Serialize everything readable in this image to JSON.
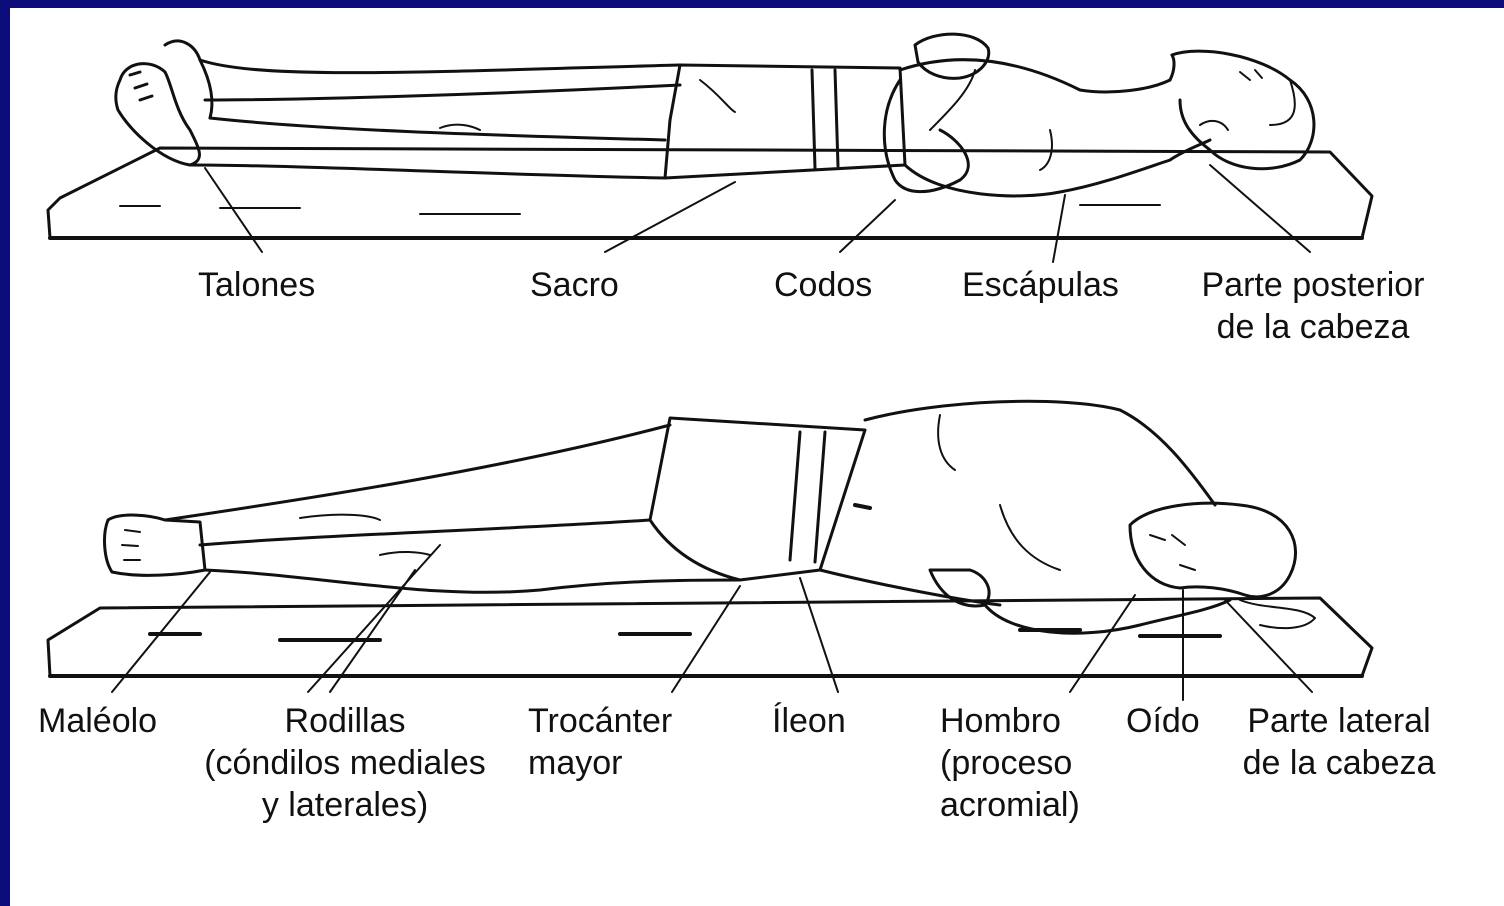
{
  "colors": {
    "frame": "#0b0b7a",
    "panel": "#ffffff",
    "ink": "#111111"
  },
  "supine": {
    "labels": {
      "talones": "Talones",
      "sacro": "Sacro",
      "codos": "Codos",
      "escapulas": "Escápulas",
      "cabeza_posterior": "Parte posterior\nde la cabeza"
    }
  },
  "lateral": {
    "labels": {
      "maleolo": "Maléolo",
      "rodillas": "Rodillas\n(cóndilos mediales\ny laterales)",
      "trocanter": "Trocánter\nmayor",
      "ileon": "Íleon",
      "hombro": "Hombro\n(proceso\nacromial)",
      "oido": "Oído",
      "cabeza_lateral": "Parte lateral\nde la cabeza"
    }
  }
}
